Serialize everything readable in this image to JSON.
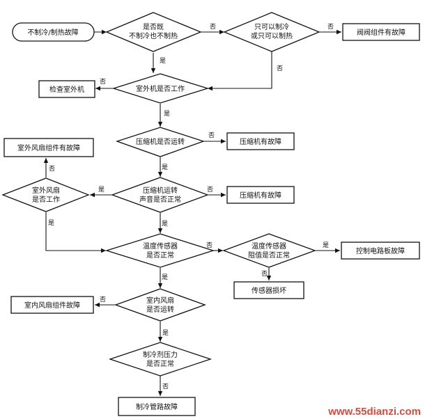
{
  "nodes": {
    "start": "不制冷/制热故障",
    "q_no_cool_heat": [
      "是否既",
      "不制冷也不制热"
    ],
    "q_only_one_mode": [
      "只可以制冷",
      "或只可以制热"
    ],
    "valve_fault": "阀阀组件有故障",
    "check_outdoor": "检查室外机",
    "q_outdoor_working": "室外机是否工作",
    "q_compressor_running": "压缩机是否运转",
    "compressor_fault_1": "压缩机有故障",
    "outdoor_fan_fault": "室外风扇组件有故障",
    "q_outdoor_fan": [
      "室外风扇",
      "是否工作"
    ],
    "q_compressor_sound": [
      "压缩机运转",
      "声音是否正常"
    ],
    "compressor_fault_2": "压缩机有故障",
    "q_temp_sensor": [
      "温度传感器",
      "是否正常"
    ],
    "q_sensor_resistance": [
      "温度传感器",
      "阻值是否正常"
    ],
    "control_board_fault": "控制电路板故障",
    "sensor_damaged": "传感器损坏",
    "indoor_fan_fault": "室内风扇组件故障",
    "q_indoor_fan": [
      "室内风扇",
      "是否运转"
    ],
    "q_refrigerant": [
      "制冷剂压力",
      "是否正常"
    ],
    "pipe_fault": "制冷管路故障"
  },
  "edge_labels": {
    "yes": "是",
    "no": "否"
  },
  "watermark": "www.55dianzi.com",
  "colors": {
    "line": "#111111",
    "watermark": "#d94a3a"
  }
}
